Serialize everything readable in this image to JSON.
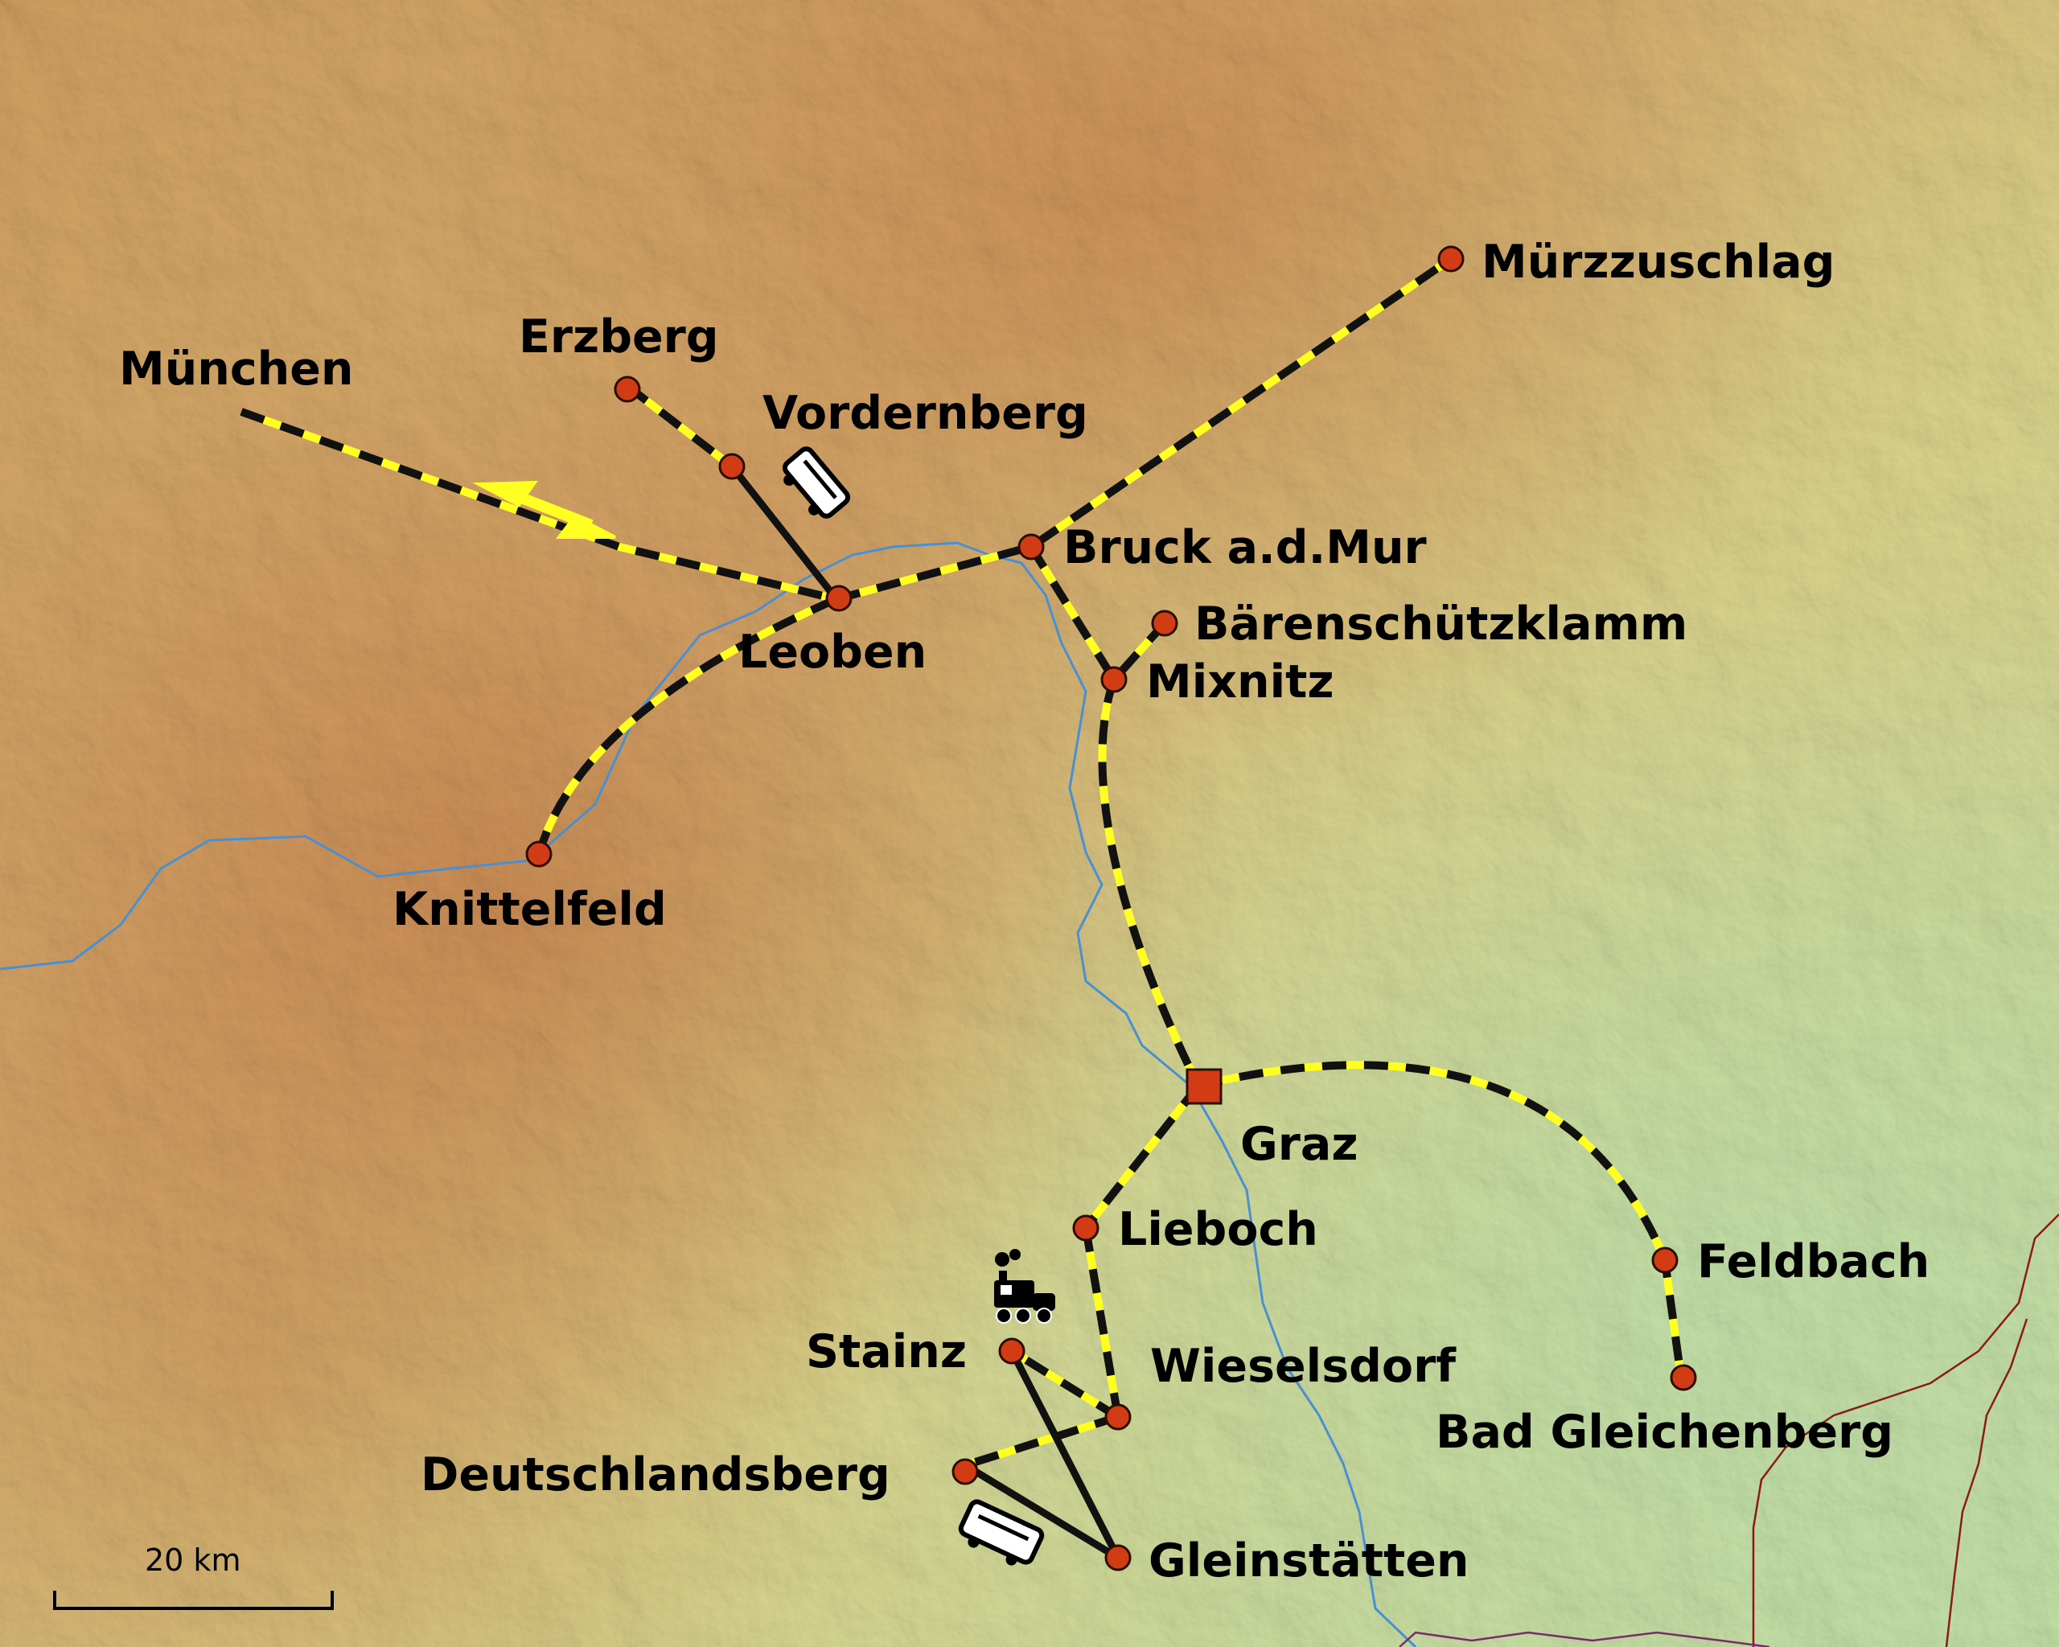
{
  "places": [
    {
      "id": "muenchen",
      "name": "München",
      "marker": "none"
    },
    {
      "id": "erzberg",
      "name": "Erzberg",
      "marker": "dot"
    },
    {
      "id": "vordernberg",
      "name": "Vordernberg",
      "marker": "dot"
    },
    {
      "id": "leoben",
      "name": "Leoben",
      "marker": "dot"
    },
    {
      "id": "knittelfeld",
      "name": "Knittelfeld",
      "marker": "dot"
    },
    {
      "id": "bruck",
      "name": "Bruck a.d.Mur",
      "marker": "dot"
    },
    {
      "id": "muerzzuschlag",
      "name": "Mürzzuschlag",
      "marker": "dot"
    },
    {
      "id": "baerenschuetzklamm",
      "name": "Bärenschützklamm",
      "marker": "dot"
    },
    {
      "id": "mixnitz",
      "name": "Mixnitz",
      "marker": "dot"
    },
    {
      "id": "graz",
      "name": "Graz",
      "marker": "square"
    },
    {
      "id": "lieboch",
      "name": "Lieboch",
      "marker": "dot"
    },
    {
      "id": "feldbach",
      "name": "Feldbach",
      "marker": "dot"
    },
    {
      "id": "bad_gleichenberg",
      "name": "Bad Gleichenberg",
      "marker": "dot"
    },
    {
      "id": "stainz",
      "name": "Stainz",
      "marker": "dot"
    },
    {
      "id": "wieselsdorf",
      "name": "Wieselsdorf",
      "marker": "dot"
    },
    {
      "id": "deutschlandsberg",
      "name": "Deutschlandsberg",
      "marker": "dot"
    },
    {
      "id": "gleinstaetten",
      "name": "Gleinstätten",
      "marker": "dot"
    }
  ],
  "icons": [
    "bus-icon",
    "steam-locomotive-icon",
    "bus-icon"
  ],
  "scale_bar": {
    "label": "20 km"
  },
  "colors": {
    "marker_fill": "#d23c14",
    "rail_yellow": "#ffff22",
    "rail_black": "#111111",
    "river": "#4a90d0",
    "border": "#8b1a1a",
    "terrain_low": "#c9e6a4",
    "terrain_high": "#c9784a"
  }
}
